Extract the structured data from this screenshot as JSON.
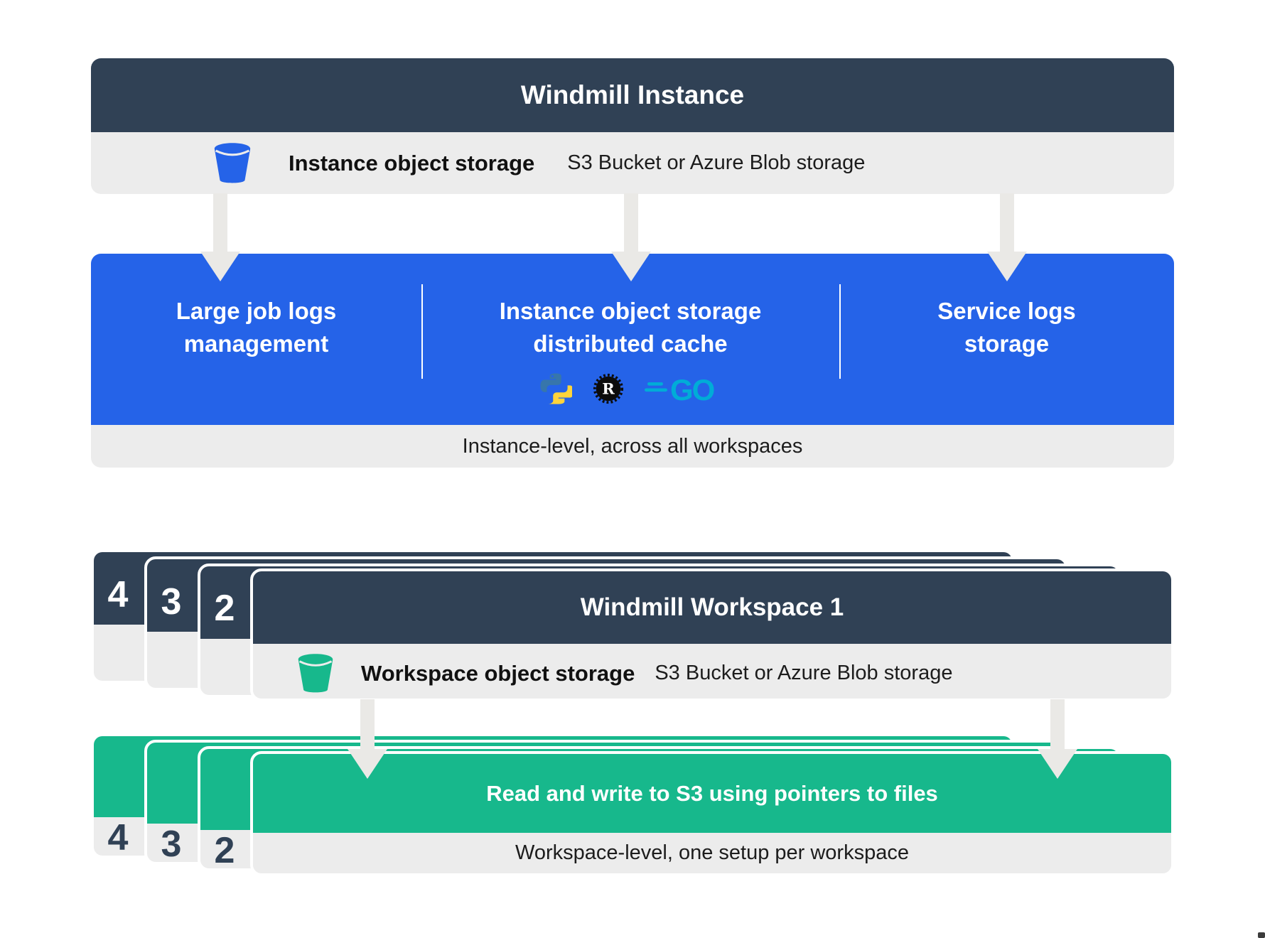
{
  "colors": {
    "dark_header": "#304155",
    "blue": "#2563e8",
    "green": "#17b88c",
    "row_gray": "#ececec",
    "arrow_gray": "#eae9e6",
    "python_blue": "#3776ab",
    "python_yellow": "#ffd43b",
    "rust_black": "#0c0c0c",
    "go_teal": "#00acd7"
  },
  "instance": {
    "title": "Windmill Instance",
    "storage": {
      "icon": "bucket-icon",
      "label": "Instance object storage",
      "sub": "S3 Bucket or Azure Blob storage"
    },
    "features": [
      {
        "line1": "Large job logs",
        "line2": "management"
      },
      {
        "line1": "Instance object storage",
        "line2": "distributed cache",
        "icons": [
          "python-icon",
          "rust-icon",
          "go-icon"
        ]
      },
      {
        "line1": "Service logs",
        "line2": "storage"
      }
    ],
    "footer": "Instance-level, across all workspaces"
  },
  "workspace": {
    "stack_numbers": [
      "4",
      "3",
      "2"
    ],
    "title": "Windmill Workspace 1",
    "storage": {
      "icon": "bucket-icon",
      "label": "Workspace object storage",
      "sub": "S3 Bucket or Azure Blob storage"
    },
    "action": {
      "title": "Read and write to S3 using pointers to files",
      "footer": "Workspace-level, one setup per workspace"
    },
    "rust_logo_letter": "R",
    "go_logo_text": "GO"
  }
}
